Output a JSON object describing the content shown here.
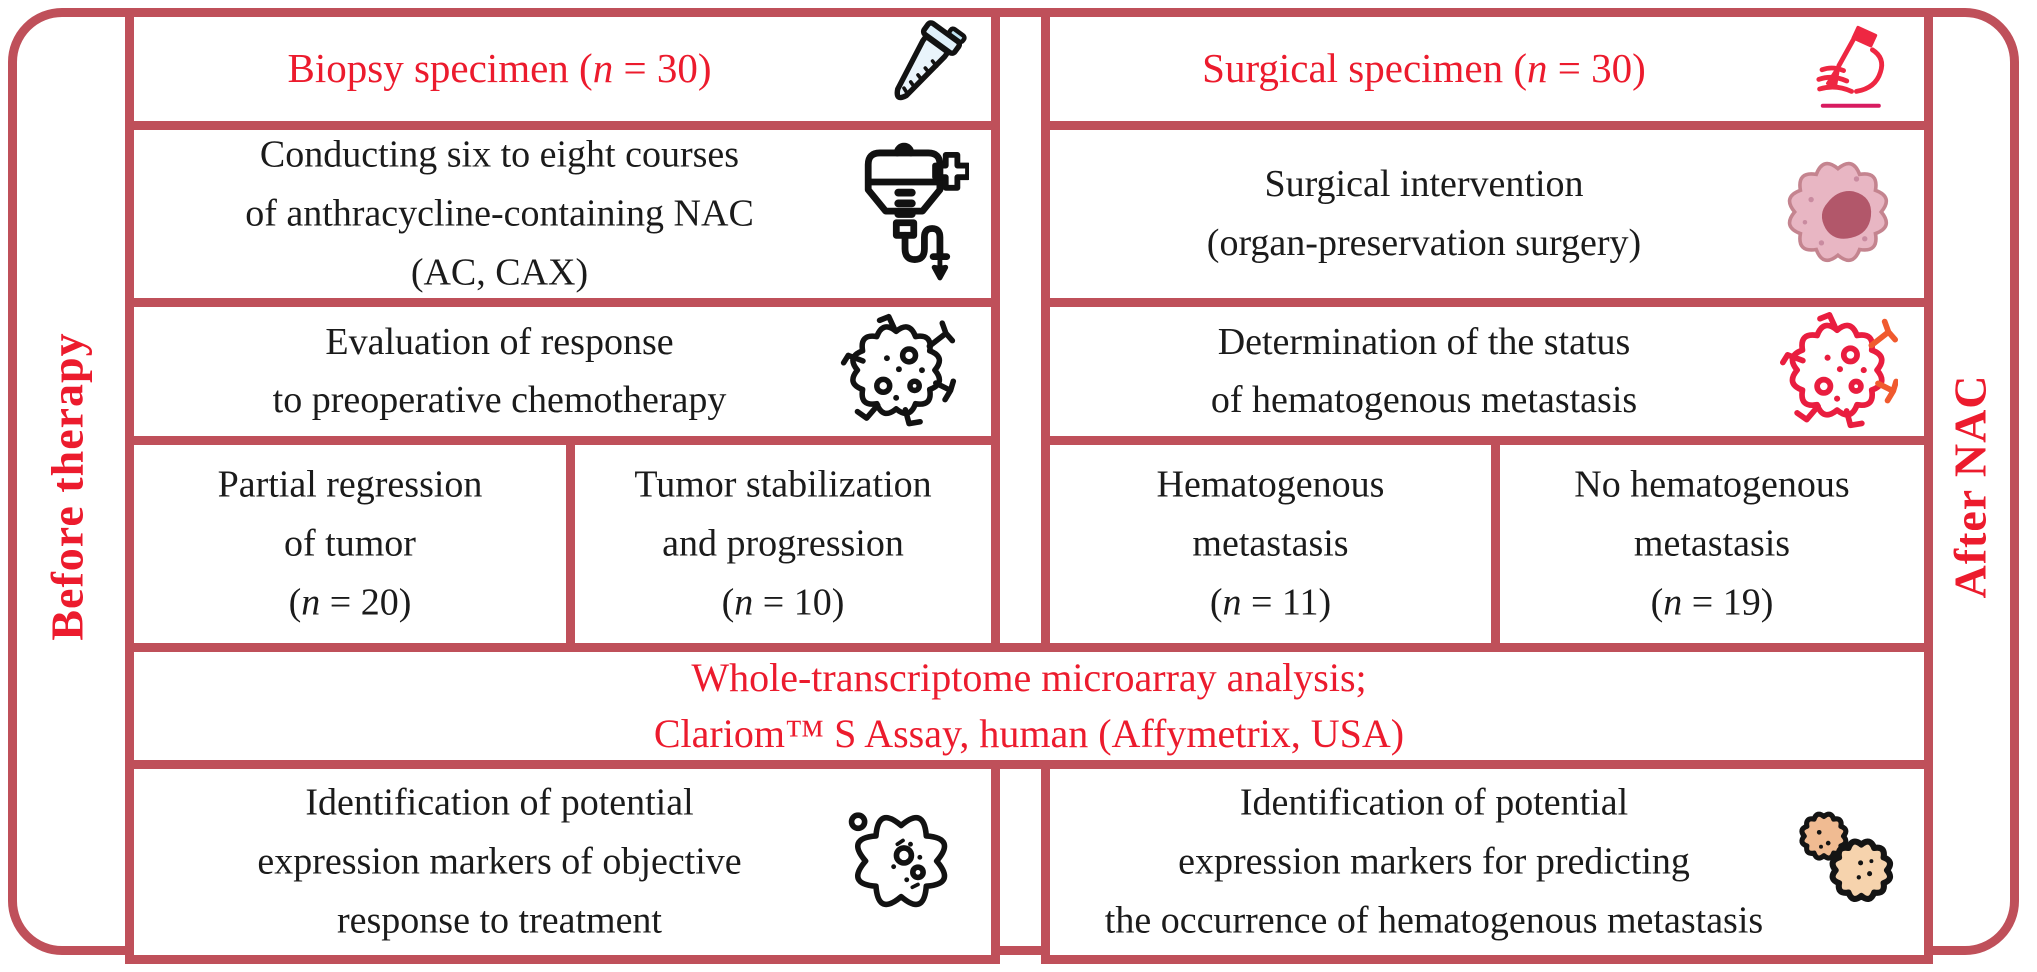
{
  "palette": {
    "frame_line": "#bf505a",
    "accent_red_text": "#ec1b2d",
    "body_text": "#1b1b1b",
    "tube_fill": "#e9f4fb",
    "tumor_fill": "#e8b6c3",
    "tumor_core": "#b2576a",
    "cluster_fill_1": "#f0bb92",
    "cluster_fill_2": "#f6d3ad",
    "red_cell_stroke": "#e91d3f",
    "red_cell_tip": "#f05a2e"
  },
  "side_labels": {
    "left": "Before therapy",
    "right": "After NAC"
  },
  "left_column": {
    "specimen": {
      "lines": [
        "Biopsy specimen (*n* = 30)"
      ],
      "icon": "microtube-icon",
      "n": 30
    },
    "treatment": {
      "lines": [
        "Conducting six to eight courses",
        "of anthracycline-containing NAC",
        "(AC, CAX)"
      ],
      "icon": "iv-drip-icon"
    },
    "evaluation": {
      "lines": [
        "Evaluation of response",
        "to preoperative chemotherapy"
      ],
      "icon": "cancer-cell-outline-icon"
    },
    "outcome_partial": {
      "lines": [
        "Partial regression",
        "of tumor",
        "(*n* = 20)"
      ],
      "n": 20
    },
    "outcome_stable": {
      "lines": [
        "Tumor stabilization",
        "and progression",
        "(*n* = 10)"
      ],
      "n": 10
    }
  },
  "right_column": {
    "specimen": {
      "lines": [
        "Surgical specimen (*n* = 30)"
      ],
      "icon": "scalpel-hand-icon",
      "n": 30
    },
    "treatment": {
      "lines": [
        "Surgical intervention",
        "(organ-preservation surgery)"
      ],
      "icon": "tumor-icon"
    },
    "evaluation": {
      "lines": [
        "Determination of the status",
        "of hematogenous metastasis"
      ],
      "icon": "metastasis-cell-icon"
    },
    "outcome_metastasis": {
      "lines": [
        "Hematogenous",
        "metastasis",
        "(*n* = 11)"
      ],
      "n": 11
    },
    "outcome_no_metastasis": {
      "lines": [
        "No hematogenous",
        "metastasis",
        "(*n* = 19)"
      ],
      "n": 19
    }
  },
  "analysis_banner": {
    "lines": [
      "Whole-transcriptome microarray analysis;",
      "Clariom™ S Assay, human (Affymetrix, USA)"
    ]
  },
  "bottom_row": {
    "left": {
      "lines": [
        "Identification of potential",
        "expression markers of objective",
        "response to treatment"
      ],
      "icon": "amoeba-cell-icon"
    },
    "right": {
      "lines": [
        "Identification of potential",
        "expression markers for predicting",
        "the occurrence of hematogenous metastasis"
      ],
      "icon": "cell-cluster-icon"
    }
  }
}
